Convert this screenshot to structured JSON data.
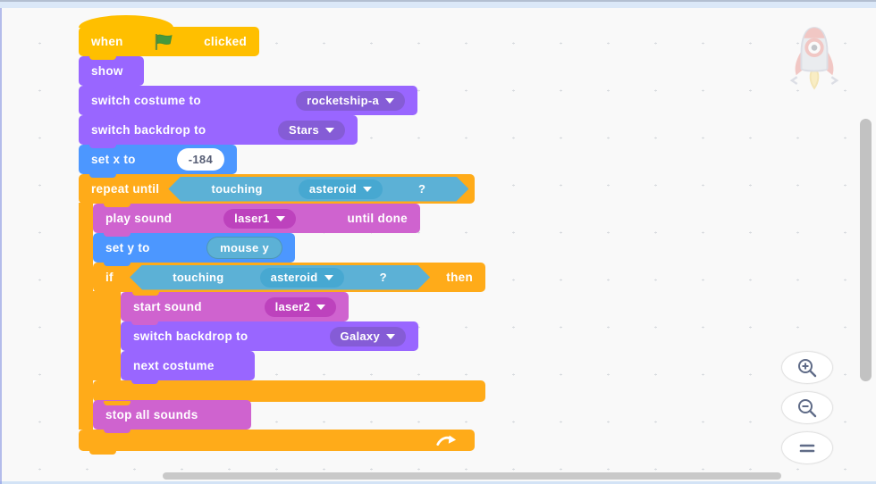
{
  "blocks": {
    "when_flag": {
      "word_before": "when",
      "word_after": "clicked"
    },
    "show": {
      "label": "show"
    },
    "switch_costume": {
      "label": "switch costume to",
      "selected": "rocketship-a"
    },
    "switch_backdrop_stars": {
      "label": "switch backdrop to",
      "selected": "Stars"
    },
    "set_x": {
      "label": "set x to",
      "value": "-184"
    },
    "repeat_until": {
      "label": "repeat until"
    },
    "touching": {
      "label": "touching",
      "selected": "asteroid",
      "question": "?"
    },
    "play_sound": {
      "label": "play sound",
      "selected": "laser1",
      "suffix": "until done"
    },
    "set_y": {
      "label": "set y to",
      "reporter": "mouse y"
    },
    "if_block": {
      "label": "if",
      "suffix": "then"
    },
    "start_sound": {
      "label": "start sound",
      "selected": "laser2"
    },
    "switch_backdrop_galaxy": {
      "label": "switch backdrop to",
      "selected": "Galaxy"
    },
    "next_costume": {
      "label": "next costume"
    },
    "stop_all_sounds": {
      "label": "stop all sounds"
    }
  },
  "icons": {
    "green_flag": "green-flag",
    "loop_arrow": "loop-arrow",
    "zoom_in": "magnifier-plus",
    "zoom_out": "magnifier-minus",
    "zoom_reset": "equals",
    "sprite_watermark": "rocketship"
  },
  "colors": {
    "events": "#FFBF00",
    "control": "#FFAB19",
    "looks": "#9966FF",
    "looks_dropdown": "#855CD6",
    "motion": "#4C97FF",
    "sound": "#CF63CF",
    "sound_dropdown": "#BD42BD",
    "sensing": "#5CB1D6",
    "sensing_dropdown": "#47A8D1",
    "input_text": "#575E75"
  }
}
